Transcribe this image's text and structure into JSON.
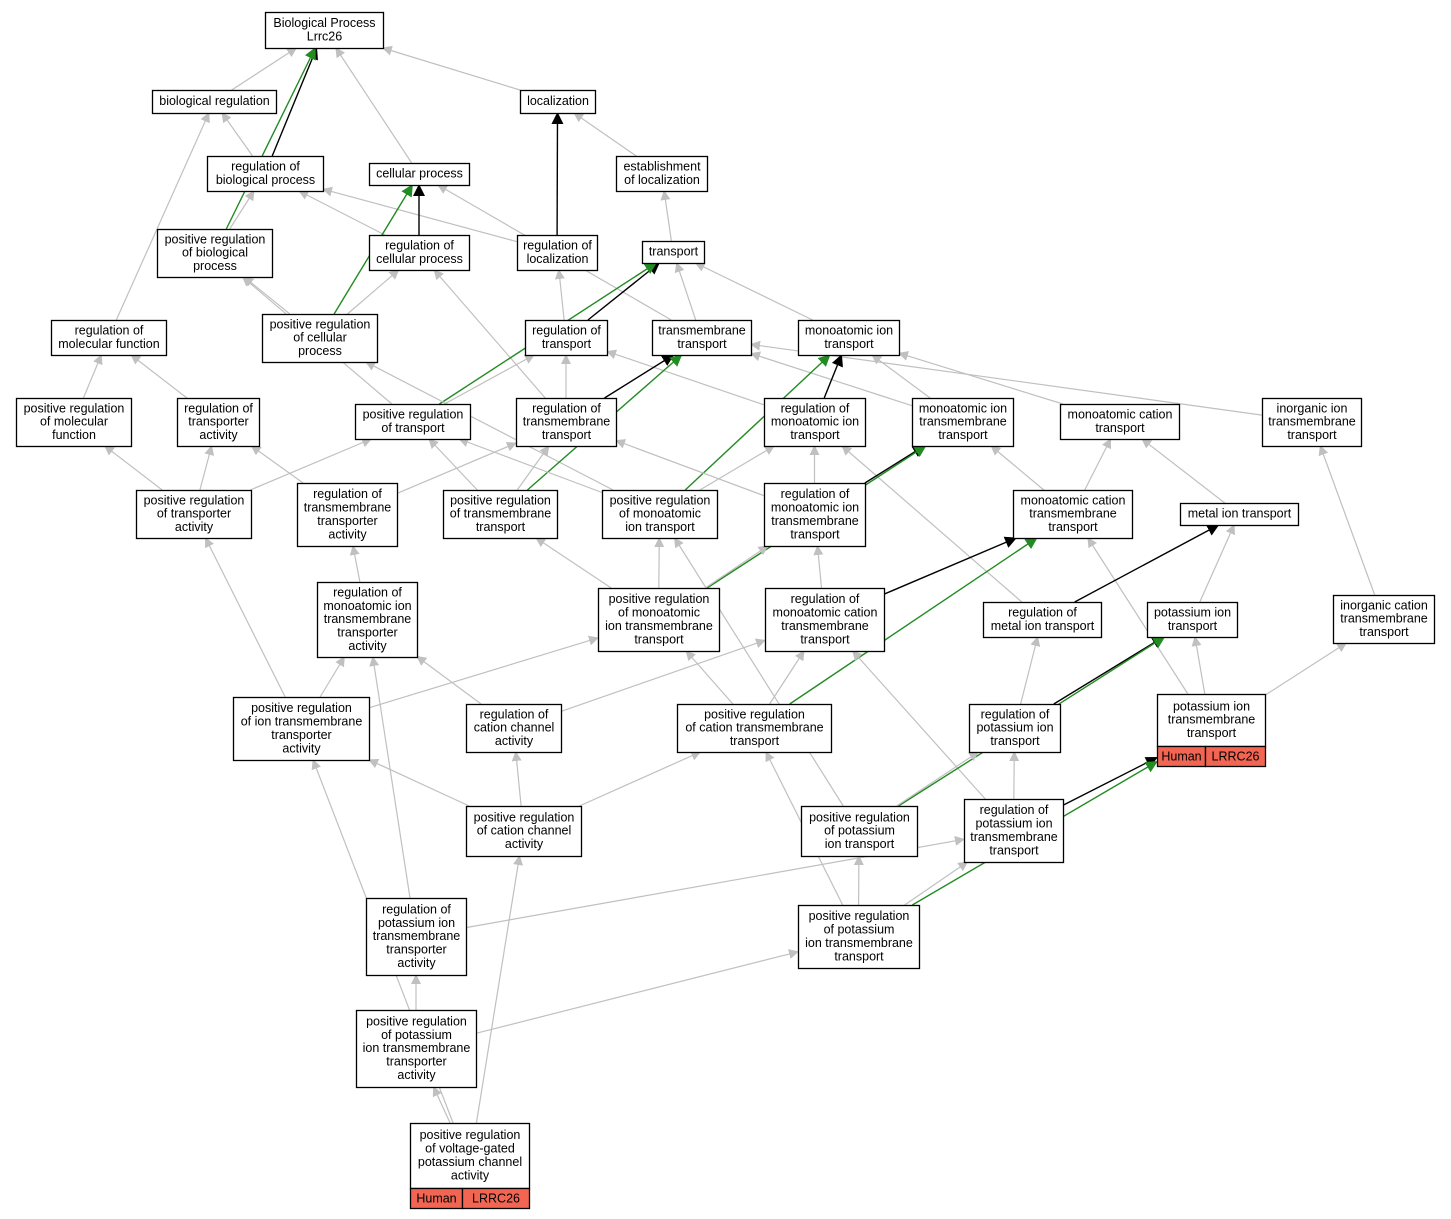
{
  "colors": {
    "node_fill": "#ffffff",
    "node_border": "#000000",
    "edge_default": "#c0c0c0",
    "edge_strong": "#000000",
    "edge_positive": "#228b22",
    "annotation_fill": "#f26552"
  },
  "nodes": [
    {
      "id": "bp",
      "lines": [
        "Biological Process",
        "Lrrc26"
      ]
    },
    {
      "id": "bioreg",
      "lines": [
        "biological regulation"
      ]
    },
    {
      "id": "loc",
      "lines": [
        "localization"
      ]
    },
    {
      "id": "regbp",
      "lines": [
        "regulation of",
        "biological process"
      ]
    },
    {
      "id": "cellproc",
      "lines": [
        "cellular process"
      ]
    },
    {
      "id": "estloc",
      "lines": [
        "establishment",
        "of localization"
      ]
    },
    {
      "id": "posregbp",
      "lines": [
        "positive regulation",
        "of biological",
        "process"
      ]
    },
    {
      "id": "regcp",
      "lines": [
        "regulation of",
        "cellular process"
      ]
    },
    {
      "id": "regloc",
      "lines": [
        "regulation of",
        "localization"
      ]
    },
    {
      "id": "transport",
      "lines": [
        "transport"
      ]
    },
    {
      "id": "regmf",
      "lines": [
        "regulation of",
        "molecular function"
      ]
    },
    {
      "id": "posregcp",
      "lines": [
        "positive regulation",
        "of cellular",
        "process"
      ]
    },
    {
      "id": "regtr",
      "lines": [
        "regulation of",
        "transport"
      ]
    },
    {
      "id": "tmt",
      "lines": [
        "transmembrane",
        "transport"
      ]
    },
    {
      "id": "mit",
      "lines": [
        "monoatomic ion",
        "transport"
      ]
    },
    {
      "id": "posregmf",
      "lines": [
        "positive regulation",
        "of molecular",
        "function"
      ]
    },
    {
      "id": "regtra",
      "lines": [
        "regulation of",
        "transporter",
        "activity"
      ]
    },
    {
      "id": "posregtr",
      "lines": [
        "positive regulation",
        "of transport"
      ]
    },
    {
      "id": "regtmt",
      "lines": [
        "regulation of",
        "transmembrane",
        "transport"
      ]
    },
    {
      "id": "regmit",
      "lines": [
        "regulation of",
        "monoatomic ion",
        "transport"
      ]
    },
    {
      "id": "mitmt",
      "lines": [
        "monoatomic ion",
        "transmembrane",
        "transport"
      ]
    },
    {
      "id": "mct",
      "lines": [
        "monoatomic cation",
        "transport"
      ]
    },
    {
      "id": "iitmt",
      "lines": [
        "inorganic ion",
        "transmembrane",
        "transport"
      ]
    },
    {
      "id": "posregtra",
      "lines": [
        "positive regulation",
        "of transporter",
        "activity"
      ]
    },
    {
      "id": "regtmtra",
      "lines": [
        "regulation of",
        "transmembrane",
        "transporter",
        "activity"
      ]
    },
    {
      "id": "posregtmt",
      "lines": [
        "positive regulation",
        "of transmembrane",
        "transport"
      ]
    },
    {
      "id": "posregmit",
      "lines": [
        "positive regulation",
        "of monoatomic",
        "ion transport"
      ]
    },
    {
      "id": "regmitmt",
      "lines": [
        "regulation of",
        "monoatomic ion",
        "transmembrane",
        "transport"
      ]
    },
    {
      "id": "mctmt",
      "lines": [
        "monoatomic cation",
        "transmembrane",
        "transport"
      ]
    },
    {
      "id": "metal",
      "lines": [
        "metal ion transport"
      ]
    },
    {
      "id": "regmitmta",
      "lines": [
        "regulation of",
        "monoatomic ion",
        "transmembrane",
        "transporter",
        "activity"
      ]
    },
    {
      "id": "posregmitmt",
      "lines": [
        "positive regulation",
        "of monoatomic",
        "ion transmembrane",
        "transport"
      ]
    },
    {
      "id": "regmctmt",
      "lines": [
        "regulation of",
        "monoatomic cation",
        "transmembrane",
        "transport"
      ]
    },
    {
      "id": "regmetal",
      "lines": [
        "regulation of",
        "metal ion transport"
      ]
    },
    {
      "id": "kit",
      "lines": [
        "potassium ion",
        "transport"
      ]
    },
    {
      "id": "icatmt",
      "lines": [
        "inorganic cation",
        "transmembrane",
        "transport"
      ]
    },
    {
      "id": "posregitmta",
      "lines": [
        "positive regulation",
        "of ion transmembrane",
        "transporter",
        "activity"
      ]
    },
    {
      "id": "regcca",
      "lines": [
        "regulation of",
        "cation channel",
        "activity"
      ]
    },
    {
      "id": "posregcatmt",
      "lines": [
        "positive regulation",
        "of cation transmembrane",
        "transport"
      ]
    },
    {
      "id": "regkit",
      "lines": [
        "regulation of",
        "potassium ion",
        "transport"
      ]
    },
    {
      "id": "kitmt",
      "lines": [
        "potassium ion",
        "transmembrane",
        "transport"
      ],
      "tags": [
        "Human",
        "LRRC26"
      ]
    },
    {
      "id": "posregcca",
      "lines": [
        "positive regulation",
        "of cation channel",
        "activity"
      ]
    },
    {
      "id": "posregkit",
      "lines": [
        "positive regulation",
        "of potassium",
        "ion transport"
      ]
    },
    {
      "id": "regkitmt",
      "lines": [
        "regulation of",
        "potassium ion",
        "transmembrane",
        "transport"
      ]
    },
    {
      "id": "regkitmta",
      "lines": [
        "regulation of",
        "potassium ion",
        "transmembrane",
        "transporter",
        "activity"
      ]
    },
    {
      "id": "posregkitmt",
      "lines": [
        "positive regulation",
        "of potassium",
        "ion transmembrane",
        "transport"
      ]
    },
    {
      "id": "posregkitmta",
      "lines": [
        "positive regulation",
        "of potassium",
        "ion transmembrane",
        "transporter",
        "activity"
      ]
    },
    {
      "id": "posregvgk",
      "lines": [
        "positive regulation",
        "of voltage-gated",
        "potassium channel",
        "activity"
      ],
      "tags": [
        "Human",
        "LRRC26"
      ]
    }
  ],
  "edges": [
    {
      "from": "bioreg",
      "to": "bp",
      "kind": "is_a"
    },
    {
      "from": "loc",
      "to": "bp",
      "kind": "is_a"
    },
    {
      "from": "cellproc",
      "to": "bp",
      "kind": "is_a"
    },
    {
      "from": "regbp",
      "to": "bp",
      "kind": "regulates"
    },
    {
      "from": "posregbp",
      "to": "bp",
      "kind": "positively_regulates"
    },
    {
      "from": "regbp",
      "to": "bioreg",
      "kind": "is_a"
    },
    {
      "from": "regmf",
      "to": "bioreg",
      "kind": "is_a"
    },
    {
      "from": "estloc",
      "to": "loc",
      "kind": "is_a"
    },
    {
      "from": "regloc",
      "to": "loc",
      "kind": "regulates"
    },
    {
      "from": "posregbp",
      "to": "regbp",
      "kind": "is_a"
    },
    {
      "from": "regcp",
      "to": "regbp",
      "kind": "is_a"
    },
    {
      "from": "regloc",
      "to": "regbp",
      "kind": "is_a"
    },
    {
      "from": "regcp",
      "to": "cellproc",
      "kind": "regulates"
    },
    {
      "from": "posregcp",
      "to": "cellproc",
      "kind": "positively_regulates"
    },
    {
      "from": "tmt",
      "to": "cellproc",
      "kind": "is_a"
    },
    {
      "from": "transport",
      "to": "estloc",
      "kind": "is_a"
    },
    {
      "from": "posregcp",
      "to": "posregbp",
      "kind": "is_a"
    },
    {
      "from": "posregtr",
      "to": "posregbp",
      "kind": "is_a"
    },
    {
      "from": "posregcp",
      "to": "regcp",
      "kind": "is_a"
    },
    {
      "from": "regtmt",
      "to": "regcp",
      "kind": "is_a"
    },
    {
      "from": "regtr",
      "to": "regloc",
      "kind": "is_a"
    },
    {
      "from": "regtr",
      "to": "transport",
      "kind": "regulates"
    },
    {
      "from": "posregtr",
      "to": "transport",
      "kind": "positively_regulates"
    },
    {
      "from": "tmt",
      "to": "transport",
      "kind": "is_a"
    },
    {
      "from": "mit",
      "to": "transport",
      "kind": "is_a"
    },
    {
      "from": "posregmf",
      "to": "regmf",
      "kind": "is_a"
    },
    {
      "from": "regtra",
      "to": "regmf",
      "kind": "is_a"
    },
    {
      "from": "posregmit",
      "to": "posregcp",
      "kind": "is_a"
    },
    {
      "from": "posregtr",
      "to": "regtr",
      "kind": "is_a"
    },
    {
      "from": "regtmt",
      "to": "regtr",
      "kind": "is_a"
    },
    {
      "from": "regmit",
      "to": "regtr",
      "kind": "is_a"
    },
    {
      "from": "regtmt",
      "to": "tmt",
      "kind": "regulates"
    },
    {
      "from": "posregtmt",
      "to": "tmt",
      "kind": "positively_regulates"
    },
    {
      "from": "mitmt",
      "to": "tmt",
      "kind": "is_a"
    },
    {
      "from": "iitmt",
      "to": "tmt",
      "kind": "is_a"
    },
    {
      "from": "regmit",
      "to": "mit",
      "kind": "regulates"
    },
    {
      "from": "posregmit",
      "to": "mit",
      "kind": "positively_regulates"
    },
    {
      "from": "mitmt",
      "to": "mit",
      "kind": "is_a"
    },
    {
      "from": "mct",
      "to": "mit",
      "kind": "is_a"
    },
    {
      "from": "posregtra",
      "to": "posregmf",
      "kind": "is_a"
    },
    {
      "from": "posregtra",
      "to": "regtra",
      "kind": "is_a"
    },
    {
      "from": "regtmtra",
      "to": "regtra",
      "kind": "is_a"
    },
    {
      "from": "posregtra",
      "to": "posregtr",
      "kind": "is_a"
    },
    {
      "from": "posregtmt",
      "to": "posregtr",
      "kind": "is_a"
    },
    {
      "from": "posregmit",
      "to": "posregtr",
      "kind": "is_a"
    },
    {
      "from": "posregtmt",
      "to": "regtmt",
      "kind": "is_a"
    },
    {
      "from": "regtmtra",
      "to": "regtmt",
      "kind": "is_a"
    },
    {
      "from": "regmitmt",
      "to": "regtmt",
      "kind": "is_a"
    },
    {
      "from": "posregmit",
      "to": "regmit",
      "kind": "is_a"
    },
    {
      "from": "regmitmt",
      "to": "regmit",
      "kind": "is_a"
    },
    {
      "from": "regmetal",
      "to": "regmit",
      "kind": "is_a"
    },
    {
      "from": "regmitmt",
      "to": "mitmt",
      "kind": "regulates"
    },
    {
      "from": "posregmitmt",
      "to": "mitmt",
      "kind": "positively_regulates"
    },
    {
      "from": "mctmt",
      "to": "mitmt",
      "kind": "is_a"
    },
    {
      "from": "mctmt",
      "to": "mct",
      "kind": "is_a"
    },
    {
      "from": "metal",
      "to": "mct",
      "kind": "is_a"
    },
    {
      "from": "icatmt",
      "to": "iitmt",
      "kind": "is_a"
    },
    {
      "from": "posregitmta",
      "to": "posregtra",
      "kind": "is_a"
    },
    {
      "from": "regmitmta",
      "to": "regtmtra",
      "kind": "is_a"
    },
    {
      "from": "posregmitmt",
      "to": "posregtmt",
      "kind": "is_a"
    },
    {
      "from": "posregmitmt",
      "to": "posregmit",
      "kind": "is_a"
    },
    {
      "from": "posregkit",
      "to": "posregmit",
      "kind": "is_a"
    },
    {
      "from": "posregmitmt",
      "to": "regmitmt",
      "kind": "is_a"
    },
    {
      "from": "regmctmt",
      "to": "regmitmt",
      "kind": "is_a"
    },
    {
      "from": "regmctmt",
      "to": "mctmt",
      "kind": "regulates"
    },
    {
      "from": "posregcatmt",
      "to": "mctmt",
      "kind": "positively_regulates"
    },
    {
      "from": "kitmt",
      "to": "mctmt",
      "kind": "is_a"
    },
    {
      "from": "regmetal",
      "to": "metal",
      "kind": "regulates"
    },
    {
      "from": "kit",
      "to": "metal",
      "kind": "is_a"
    },
    {
      "from": "posregitmta",
      "to": "regmitmta",
      "kind": "is_a"
    },
    {
      "from": "regcca",
      "to": "regmitmta",
      "kind": "is_a"
    },
    {
      "from": "regkitmta",
      "to": "regmitmta",
      "kind": "is_a"
    },
    {
      "from": "posregitmta",
      "to": "posregmitmt",
      "kind": "is_a"
    },
    {
      "from": "posregcatmt",
      "to": "posregmitmt",
      "kind": "is_a"
    },
    {
      "from": "posregcatmt",
      "to": "regmctmt",
      "kind": "is_a"
    },
    {
      "from": "regcca",
      "to": "regmctmt",
      "kind": "is_a"
    },
    {
      "from": "regkitmt",
      "to": "regmctmt",
      "kind": "is_a"
    },
    {
      "from": "regkit",
      "to": "regmetal",
      "kind": "is_a"
    },
    {
      "from": "regkit",
      "to": "kit",
      "kind": "regulates"
    },
    {
      "from": "posregkit",
      "to": "kit",
      "kind": "positively_regulates"
    },
    {
      "from": "kitmt",
      "to": "kit",
      "kind": "is_a"
    },
    {
      "from": "kitmt",
      "to": "icatmt",
      "kind": "is_a"
    },
    {
      "from": "posregcca",
      "to": "posregitmta",
      "kind": "is_a"
    },
    {
      "from": "posregvgk",
      "to": "posregitmta",
      "kind": "is_a"
    },
    {
      "from": "posregcca",
      "to": "regcca",
      "kind": "is_a"
    },
    {
      "from": "posregcca",
      "to": "posregcatmt",
      "kind": "is_a"
    },
    {
      "from": "posregkitmt",
      "to": "posregcatmt",
      "kind": "is_a"
    },
    {
      "from": "posregkit",
      "to": "regkit",
      "kind": "is_a"
    },
    {
      "from": "regkitmt",
      "to": "regkit",
      "kind": "is_a"
    },
    {
      "from": "regkitmt",
      "to": "kitmt",
      "kind": "regulates"
    },
    {
      "from": "posregkitmt",
      "to": "kitmt",
      "kind": "positively_regulates"
    },
    {
      "from": "posregvgk",
      "to": "posregcca",
      "kind": "is_a"
    },
    {
      "from": "posregkitmt",
      "to": "posregkit",
      "kind": "is_a"
    },
    {
      "from": "posregkitmt",
      "to": "regkitmt",
      "kind": "is_a"
    },
    {
      "from": "regkitmta",
      "to": "regkitmt",
      "kind": "is_a"
    },
    {
      "from": "posregkitmta",
      "to": "regkitmta",
      "kind": "is_a"
    },
    {
      "from": "posregkitmta",
      "to": "posregkitmt",
      "kind": "is_a"
    },
    {
      "from": "posregvgk",
      "to": "posregkitmta",
      "kind": "is_a"
    }
  ]
}
